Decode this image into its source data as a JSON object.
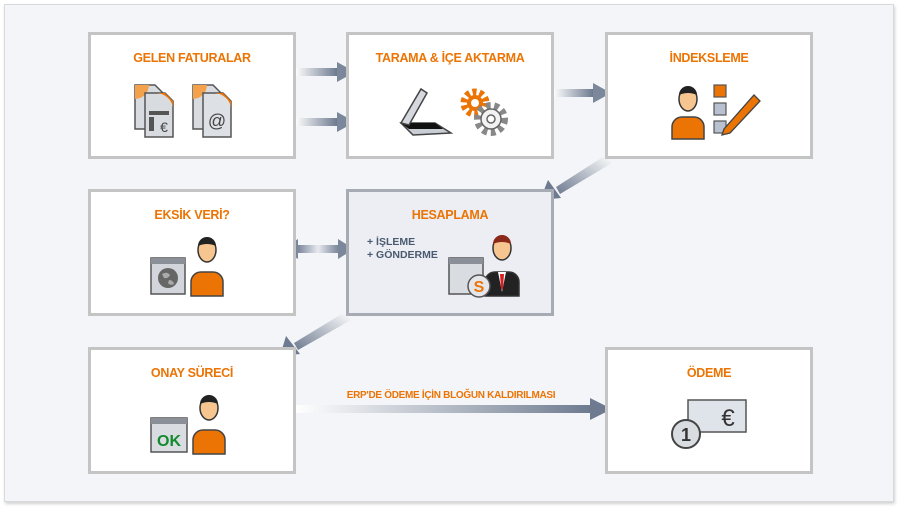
{
  "colors": {
    "accent": "#ec7404",
    "box_border": "#c4c4c4",
    "active_border": "#a7abb4",
    "arrow": "#6d7a8f",
    "background": "#f4f5f8"
  },
  "steps": [
    {
      "id": "gelen-faturalar",
      "title": "GELEN FATURALAR",
      "icon": "invoice-documents-icon"
    },
    {
      "id": "tarama",
      "title": "TARAMA & İÇE AKTARMA",
      "icon": "scanner-gears-icon"
    },
    {
      "id": "indeksleme",
      "title": "İNDEKSLEME",
      "icon": "person-checklist-icon"
    },
    {
      "id": "eksik-veri",
      "title": "EKSİK VERİ?",
      "icon": "person-web-icon"
    },
    {
      "id": "hesaplama",
      "title": "HESAPLAMA",
      "icon": "businessman-s-icon",
      "items": [
        "+ İŞLEME",
        "+ GÖNDERME"
      ]
    },
    {
      "id": "onay",
      "title": "ONAY SÜRECİ",
      "icon": "person-ok-icon"
    },
    {
      "id": "odeme",
      "title": "ÖDEME",
      "icon": "euro-payment-icon"
    }
  ],
  "connections": [
    {
      "from": "gelen-faturalar",
      "to": "tarama",
      "type": "double-arrow-right"
    },
    {
      "from": "tarama",
      "to": "indeksleme",
      "type": "arrow-right"
    },
    {
      "from": "indeksleme",
      "to": "hesaplama",
      "type": "arrow-diagonal"
    },
    {
      "from": "hesaplama",
      "to": "eksik-veri",
      "type": "bidirectional"
    },
    {
      "from": "hesaplama",
      "to": "onay",
      "type": "arrow-diagonal"
    },
    {
      "from": "onay",
      "to": "odeme",
      "type": "arrow-right",
      "label": "ERP'DE ÖDEME İÇİN BLOĞUN KALDIRILMASI"
    }
  ],
  "icon_text": {
    "ok": "OK",
    "euro": "€",
    "at": "@",
    "coin": "1",
    "s": "S"
  }
}
